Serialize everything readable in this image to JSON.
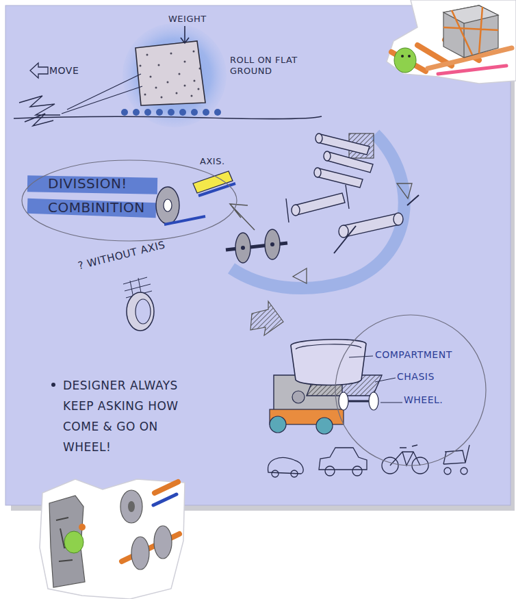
{
  "diagram": {
    "nodes": [
      {
        "text": [
          "DIVISSION!",
          "COMBINITION"
        ]
      },
      {
        "text": [
          "COMPARTMENT",
          "CHASIS",
          "WHEEL."
        ]
      }
    ],
    "labels": [
      "MOVE",
      "WEIGHT",
      "ROLL ON FLAT GROUND",
      "AXIS.",
      "? WITHOUT AXIS",
      "DESIGNER ALWAYS KEEP ASKING HOW COME & GO ON WHEEL!"
    ]
  }
}
